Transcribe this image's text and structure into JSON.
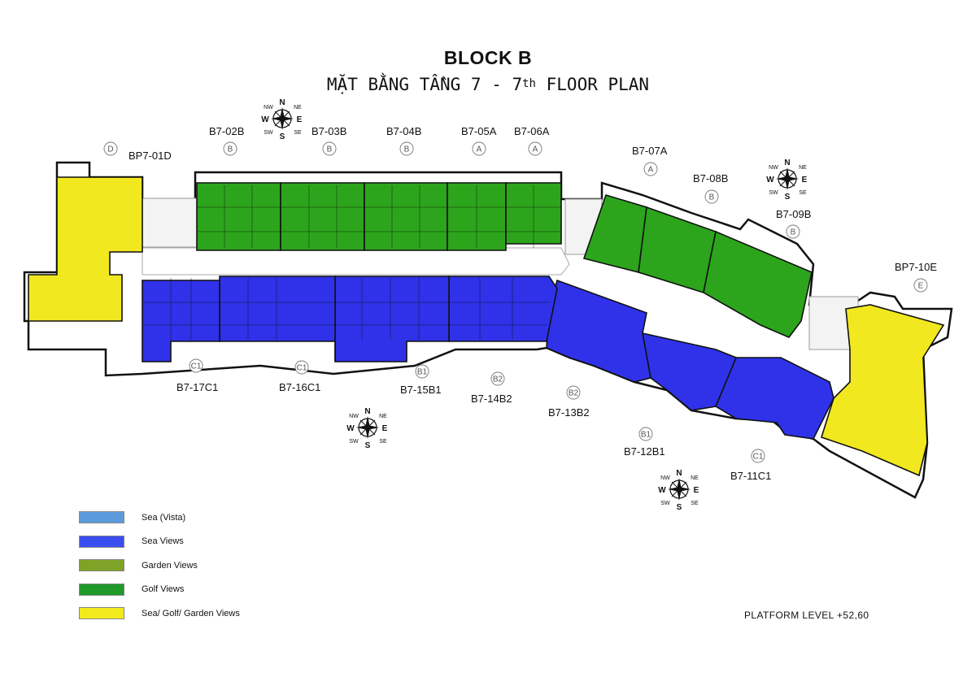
{
  "header": {
    "block_title": "BLOCK B",
    "floor_title_main": "MẶT BẰNG TẦNG 7 - 7",
    "floor_title_sup": "th",
    "floor_title_tail": "FLOOR PLAN"
  },
  "units": [
    {
      "name": "BP7-01D",
      "code": "D",
      "view": "Sea/ Golf/ Garden Views"
    },
    {
      "name": "B7-02B",
      "code": "B",
      "view": "Golf Views"
    },
    {
      "name": "B7-03B",
      "code": "B",
      "view": "Golf Views"
    },
    {
      "name": "B7-04B",
      "code": "B",
      "view": "Golf Views"
    },
    {
      "name": "B7-05A",
      "code": "A",
      "view": "Golf Views"
    },
    {
      "name": "B7-06A",
      "code": "A",
      "view": "Golf Views"
    },
    {
      "name": "B7-07A",
      "code": "A",
      "view": "Golf Views"
    },
    {
      "name": "B7-08B",
      "code": "B",
      "view": "Golf Views"
    },
    {
      "name": "B7-09B",
      "code": "B",
      "view": "Golf Views"
    },
    {
      "name": "BP7-10E",
      "code": "E",
      "view": "Sea/ Golf/ Garden Views"
    },
    {
      "name": "B7-11C1",
      "code": "C1",
      "view": "Sea Views"
    },
    {
      "name": "B7-12B1",
      "code": "B1",
      "view": "Sea Views"
    },
    {
      "name": "B7-13B2",
      "code": "B2",
      "view": "Sea Views"
    },
    {
      "name": "B7-14B2",
      "code": "B2",
      "view": "Sea Views"
    },
    {
      "name": "B7-15B1",
      "code": "B1",
      "view": "Sea Views"
    },
    {
      "name": "B7-16C1",
      "code": "C1",
      "view": "Sea Views"
    },
    {
      "name": "B7-17C1",
      "code": "C1",
      "view": "Sea Views"
    }
  ],
  "compass": {
    "n": "N",
    "s": "S",
    "e": "E",
    "w": "W",
    "ne": "NE",
    "nw": "NW",
    "se": "SE",
    "sw": "SW"
  },
  "legend": [
    {
      "label": "Sea (Vista)",
      "color": "#5b9bdc"
    },
    {
      "label": "Sea Views",
      "color": "#3a4ef0"
    },
    {
      "label": "Garden Views",
      "color": "#7ea326"
    },
    {
      "label": "Golf Views",
      "color": "#1f9a2a"
    },
    {
      "label": "Sea/ Golf/ Garden Views",
      "color": "#f2ea1c"
    }
  ],
  "colors": {
    "sea_views": "#2f32e8",
    "golf_views": "#2ca51c",
    "sea_golf_garden": "#f1e81f",
    "outline": "#111111"
  },
  "platform_level": "PLATFORM LEVEL +52,60"
}
